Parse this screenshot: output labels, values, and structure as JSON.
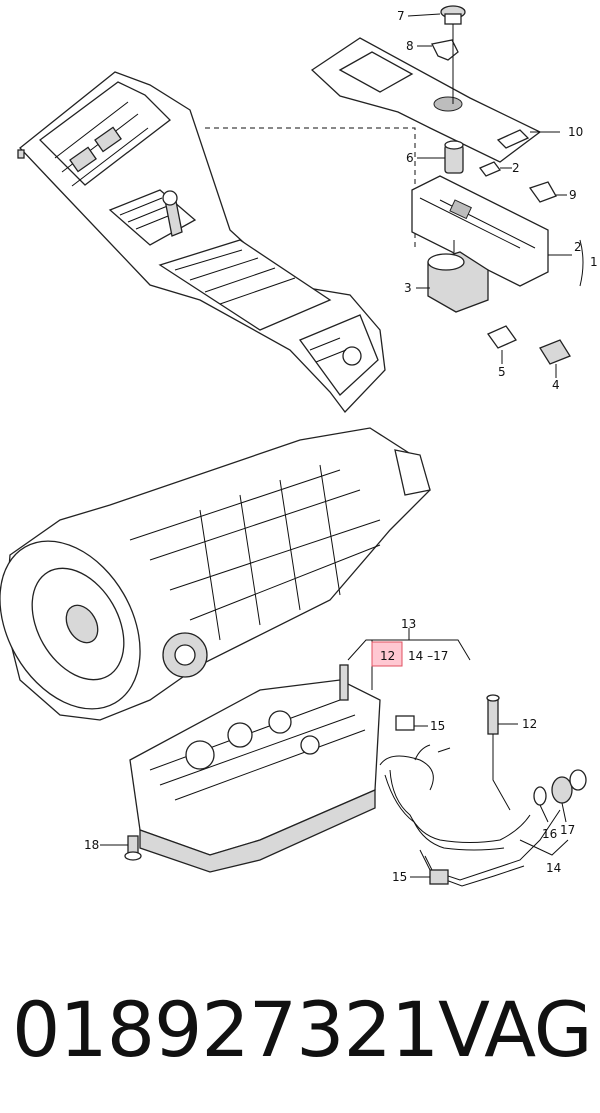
{
  "callouts": {
    "c7": "7",
    "c8": "8",
    "c10": "10",
    "c6": "6",
    "c2a": "2",
    "c9": "9",
    "c2b": "2",
    "c1": "1",
    "c3": "3",
    "c5": "5",
    "c4": "4",
    "c13": "13",
    "c12a": "12",
    "c14_17": "14 –17",
    "c15a": "15",
    "c12b": "12",
    "c18": "18",
    "c16": "16",
    "c17": "17",
    "c14": "14",
    "c15b": "15"
  },
  "footer": {
    "part_number": "018927321",
    "brand": "VAG"
  },
  "colors": {
    "highlight": "#ffc8d2",
    "ink": "#111111"
  }
}
